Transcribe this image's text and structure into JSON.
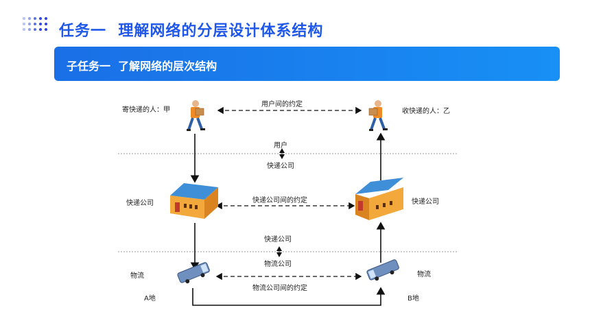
{
  "header": {
    "title": "任务一  理解网络的分层设计体系结构"
  },
  "banner": {
    "title": "子任务一  了解网络的层次结构"
  },
  "diagram": {
    "sender_label": "寄快递的人：甲",
    "receiver_label": "收快递的人：乙",
    "user_agreement": "用户间的约定",
    "user_label": "用户",
    "courier_company_top": "快递公司",
    "courier_left": "快递公司",
    "courier_right": "快递公司",
    "courier_agreement": "快递公司间的约定",
    "courier_company_mid": "快递公司",
    "logistics_company": "物流公司",
    "logistics_left": "物流",
    "logistics_right": "物流",
    "logistics_agreement": "物流公司间的约定",
    "place_a": "A地",
    "place_b": "B地"
  },
  "colors": {
    "title_blue": "#1f57e8",
    "banner_blue": "#1a6fe6"
  }
}
